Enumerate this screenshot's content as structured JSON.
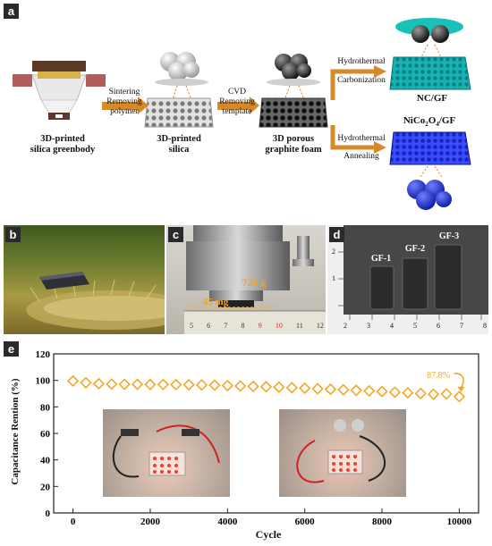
{
  "panel_a": {
    "label": "a",
    "stages": [
      "3D-printed\nsilica greenbody",
      "3D-printed\nsilica",
      "3D porous\ngraphite foam"
    ],
    "steps": [
      "Sintering\nRemoving\npolymer",
      "CVD\nRemoving\ntemplate"
    ],
    "branch_top": {
      "process": "Hydrothermal",
      "process2": "Carbonization",
      "product": "NC/GF"
    },
    "branch_bottom": {
      "process": "Hydrothermal",
      "process2": "Annealing",
      "product_pre": "NiCo",
      "product_sub1": "2",
      "product_mid": "O",
      "product_sub2": "4",
      "product_post": "/GF"
    }
  },
  "panel_b": {
    "label": "b"
  },
  "panel_c": {
    "label": "c",
    "load_label": "724 g",
    "sample_label": "45 mg",
    "ruler_numbers": [
      "5",
      "6",
      "7",
      "8",
      "9",
      "10",
      "11",
      "12"
    ]
  },
  "panel_d": {
    "label": "d",
    "samples": [
      "GF-1",
      "GF-2",
      "GF-3"
    ],
    "ruler_left": [
      "1",
      "2"
    ],
    "ruler_bottom": [
      "2",
      "3",
      "4",
      "5",
      "6",
      "7",
      "8"
    ]
  },
  "panel_e": {
    "label": "e",
    "annotation": "87.8%",
    "chart_data": {
      "type": "line",
      "xlabel": "Cycle",
      "ylabel": "Capacitance Rention (%)",
      "xlim": [
        -500,
        10500
      ],
      "ylim": [
        0,
        120
      ],
      "xticks": [
        0,
        2000,
        4000,
        6000,
        8000,
        10000
      ],
      "yticks": [
        0,
        20,
        40,
        60,
        80,
        100,
        120
      ],
      "marker": "diamond-open",
      "color": "#f5a623",
      "x": [
        0,
        333,
        667,
        1000,
        1333,
        1667,
        2000,
        2333,
        2667,
        3000,
        3333,
        3667,
        4000,
        4333,
        4667,
        5000,
        5333,
        5667,
        6000,
        6333,
        6667,
        7000,
        7333,
        7667,
        8000,
        8333,
        8667,
        9000,
        9333,
        9667,
        10000
      ],
      "y": [
        99.5,
        98.2,
        97.5,
        97.2,
        97.0,
        97.0,
        96.9,
        96.9,
        96.8,
        96.7,
        96.6,
        96.4,
        96.1,
        95.8,
        95.5,
        95.2,
        94.9,
        94.5,
        94.1,
        93.7,
        93.3,
        92.9,
        92.5,
        92.1,
        91.6,
        91.1,
        90.6,
        90.1,
        89.5,
        89.8,
        87.8
      ]
    }
  }
}
